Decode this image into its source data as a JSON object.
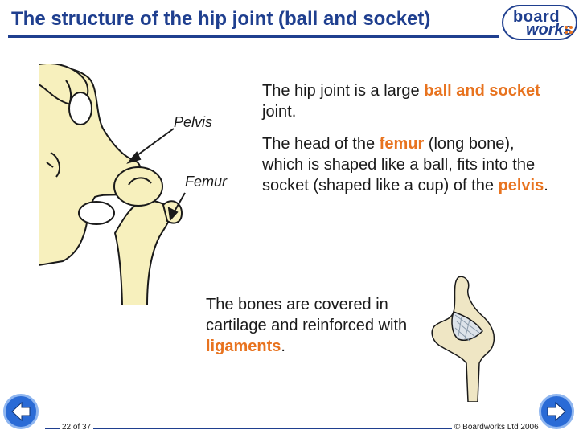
{
  "slide": {
    "title": "The structure of the hip joint (ball and socket)"
  },
  "logo": {
    "word1": "board",
    "word2": "works"
  },
  "labels": {
    "pelvis": "Pelvis",
    "femur": "Femur"
  },
  "para1": {
    "t1": "The hip joint is a large ",
    "h1": "ball and socket",
    "t2": " joint."
  },
  "para2": {
    "t1": "The head of the ",
    "h1": "femur",
    "t2": " (long bone), which is shaped like a ball, fits into the socket (shaped like a cup) of the ",
    "h2": "pelvis",
    "t3": "."
  },
  "para3": {
    "t1": "The bones are covered in cartilage and reinforced with ",
    "h1": "ligaments",
    "t2": "."
  },
  "footer": {
    "page": "22 of 37",
    "copyright": "© Boardworks Ltd 2006"
  },
  "colors": {
    "title": "#1f3f8f",
    "highlight": "#e8731f",
    "bone_fill": "#f7f0bd",
    "nav_button": "#2a6bd6"
  },
  "icons": {
    "prev": "arrow-left-icon",
    "next": "arrow-right-icon"
  }
}
